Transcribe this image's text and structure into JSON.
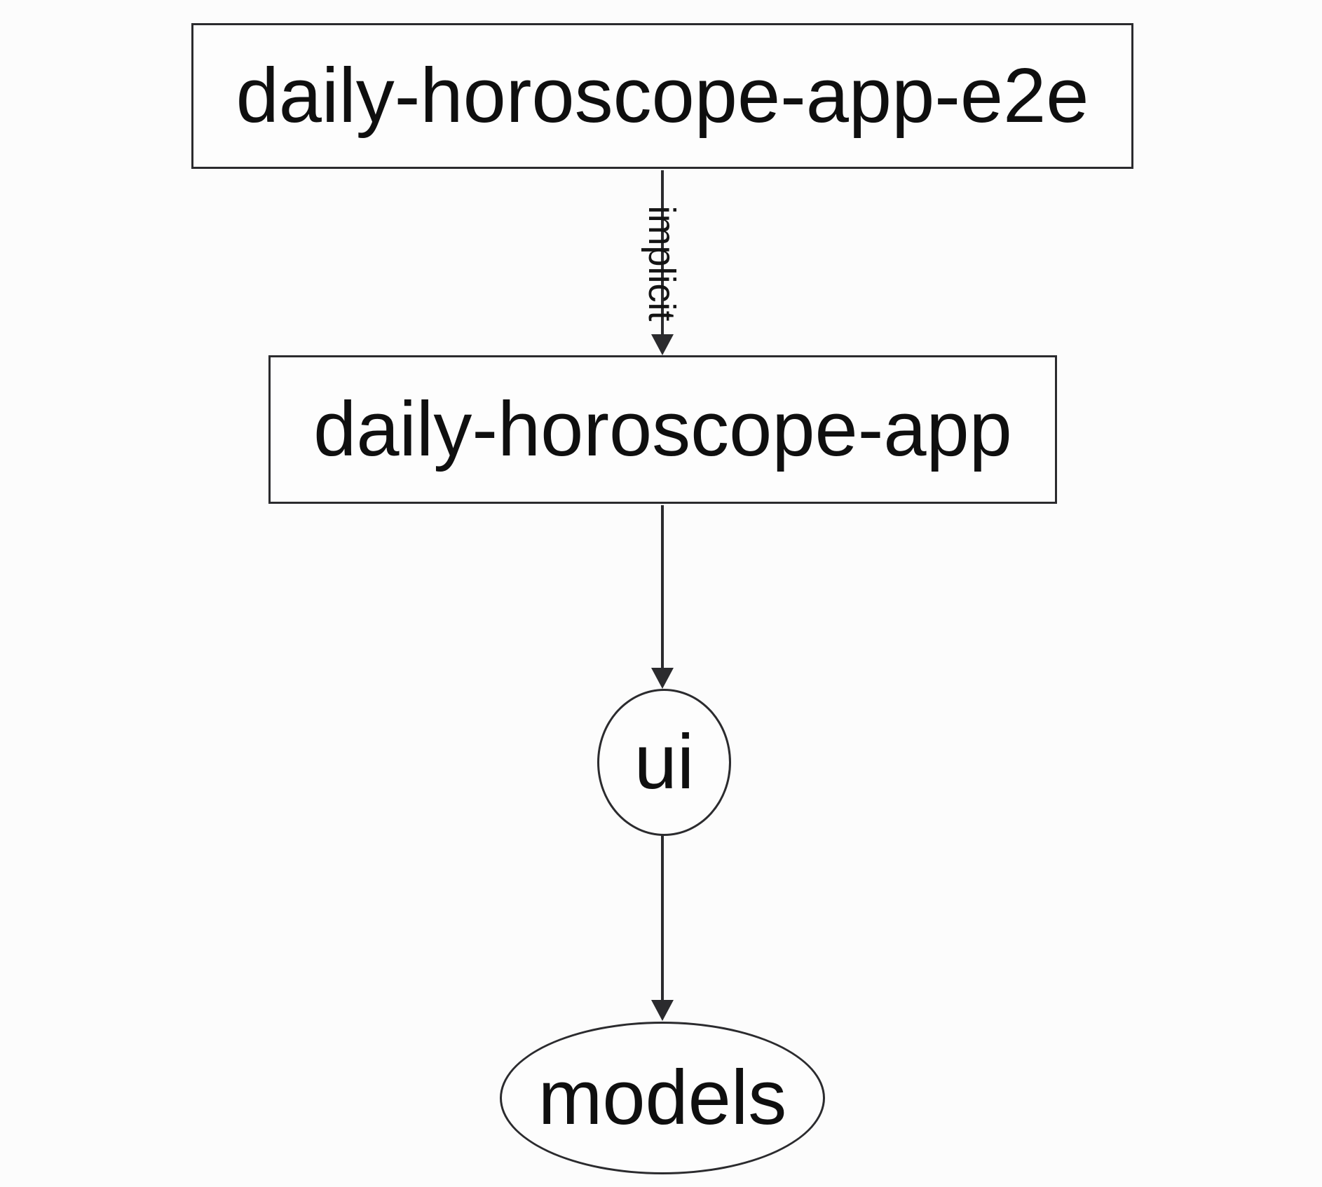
{
  "graph": {
    "nodes": [
      {
        "label": "daily-horoscope-app-e2e",
        "shape": "rectangle"
      },
      {
        "label": "daily-horoscope-app",
        "shape": "rectangle"
      },
      {
        "label": "ui",
        "shape": "circle"
      },
      {
        "label": "models",
        "shape": "ellipse"
      }
    ],
    "edges": [
      {
        "from": "daily-horoscope-app-e2e",
        "to": "daily-horoscope-app",
        "label": "implicit",
        "style": "solid-arrow"
      },
      {
        "from": "daily-horoscope-app",
        "to": "ui",
        "label": "",
        "style": "solid-arrow"
      },
      {
        "from": "ui",
        "to": "models",
        "label": "",
        "style": "solid-arrow"
      }
    ],
    "colors": {
      "background": "#fcfcfc",
      "stroke": "#2b2b2e",
      "text": "#0f0f0f"
    }
  }
}
